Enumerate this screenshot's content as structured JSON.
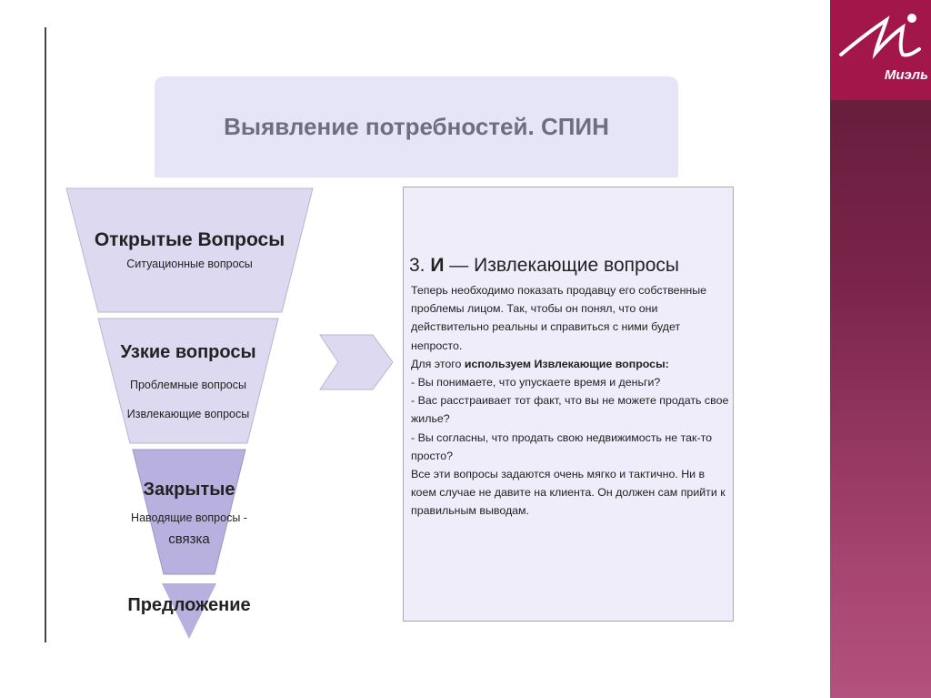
{
  "header": {
    "title": "Выявление потребностей. СПИН"
  },
  "logo": {
    "text": "Миэль"
  },
  "funnel": {
    "stage1": {
      "title": "Открытые Вопросы",
      "sub": "Ситуационные вопросы"
    },
    "stage2": {
      "title": "Узкие вопросы",
      "sub1": "Проблемные вопросы",
      "sub2": "Извлекающие вопросы"
    },
    "stage3": {
      "title": "Закрытые",
      "sub1": "Наводящие вопросы -",
      "sub2": "связка"
    },
    "result": "Предложение"
  },
  "panel": {
    "title_num": "3. ",
    "title_letter": "И",
    "title_rest": " — Извлекающие вопросы",
    "p1": "Теперь необходимо показать продавцу его собственные проблемы лицом. Так, чтобы он понял, что они действительно реальны и справиться с ними будет непросто.",
    "p2_a": "Для этого ",
    "p2_b": "используем Извлекающие вопросы:",
    "q1": "- Вы понимаете, что упускаете время и деньги?",
    "q2": "- Вас расстраивает тот факт, что вы не можете продать свое жилье?",
    "q3": "- Вы согласны, что продать свою недвижимость не так-то просто?",
    "p3": "Все эти вопросы задаются очень мягко и тактично. Ни в коем случае не давите на клиента. Он должен сам прийти к правильным выводам."
  },
  "colors": {
    "accent": "#a3164a",
    "funnel": "#ddd9f1",
    "funnel_dark": "#b8b0df"
  }
}
